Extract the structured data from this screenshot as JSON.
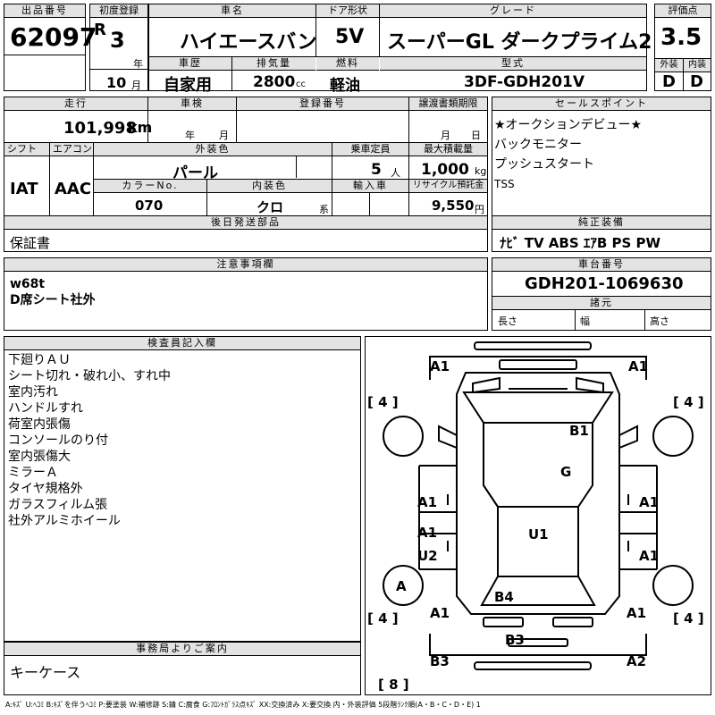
{
  "header": {
    "lot_label": "出品番号",
    "lot_number": "62097",
    "first_reg_label": "初度登録",
    "era": "R",
    "year_num": "3",
    "year_unit": "年",
    "month_num": "10",
    "month_unit": "月",
    "car_name_label": "車名",
    "car_name": "ハイエースバン",
    "history_label": "車歴",
    "history": "自家用",
    "displacement_label": "排気量",
    "displacement": "2800",
    "displacement_unit": "cc",
    "door_label": "ドア形状",
    "door": "5V",
    "fuel_label": "燃料",
    "fuel": "軽油",
    "grade_label": "グレード",
    "grade": "スーパーGL ダークプライム2",
    "model_label": "型式",
    "model": "3DF-GDH201V",
    "score_label": "評価点",
    "score": "3.5",
    "exterior_label": "外装",
    "exterior": "D",
    "interior_label": "内装",
    "interior": "D"
  },
  "row2": {
    "mileage_label": "走行",
    "mileage": "101,998",
    "mileage_unit": "km",
    "inspection_label": "車検",
    "insp_year": "年",
    "insp_month": "月",
    "reg_label": "登録番号",
    "transfer_label": "譲渡書類期限",
    "transfer_month": "月",
    "transfer_day": "日",
    "shift_label": "シフト",
    "shift": "IAT",
    "ac_label": "エアコン",
    "ac": "AAC",
    "color_label": "外装色",
    "color": "パール",
    "capacity_label": "乗車定員",
    "capacity": "5",
    "capacity_unit": "人",
    "load_label": "最大積載量",
    "load": "1,000",
    "load_unit": "kg",
    "color_no_label": "カラーNo.",
    "color_no": "070",
    "int_color_label": "内装色",
    "int_color": "クロ",
    "int_color_unit": "系",
    "import_label": "輸入車",
    "recycle_label": "リサイクル預託金",
    "recycle": "9,550",
    "recycle_unit": "円",
    "later_label": "後日発送部品",
    "later": "保証書"
  },
  "sales": {
    "label": "セールスポイント",
    "items": [
      "★オークションデビュー★",
      "バックモニター",
      "プッシュスタート",
      "TSS"
    ]
  },
  "equipment": {
    "label": "純正装備",
    "value": "ﾅﾋﾞ TV ABS ｴｱB PS PW"
  },
  "notes": {
    "label": "注意事項欄",
    "lines": [
      "w68t",
      "D席シート社外"
    ]
  },
  "chassis": {
    "label": "車台番号",
    "value": "GDH201-1069630",
    "spec_label": "諸元",
    "length": "長さ",
    "width": "幅",
    "height": "高さ"
  },
  "inspector": {
    "label": "検査員記入欄",
    "lines": [
      "下廻りＡＵ",
      "シート切れ・破れ小、すれ中",
      "室内汚れ",
      "ハンドルすれ",
      "荷室内張傷",
      "コンソールのり付",
      "室内張傷大",
      "ミラーＡ",
      "タイヤ規格外",
      "ガラスフィルム張",
      "社外アルミホイール"
    ]
  },
  "office": {
    "label": "事務局よりご案内",
    "value": "キーケース"
  },
  "diagram": {
    "marks": [
      "A1",
      "A1",
      "B1",
      "G",
      "A1",
      "A1",
      "A1",
      "U1",
      "U2",
      "A1",
      "A",
      "B4",
      "A1",
      "A1",
      "B3",
      "B3",
      "A2"
    ],
    "tires": [
      "[ 4 ]",
      "[ 4 ]",
      "[ 4 ]",
      "[ 4 ]",
      "[ 8 ]"
    ]
  },
  "legend": "A:ｷｽﾞ U:ﾍｺﾐ B:ｷｽﾞを伴うﾍｺﾐ P:要塗装 W:補修跡 S:錆 C:腐食 G:ﾌﾛﾝﾄｶﾞﾗｽ点ｷｽﾞ XX:交換済み X:要交換 内・外装評価 5段階ﾗﾝｸ順(A・B・C・D・E) 1"
}
